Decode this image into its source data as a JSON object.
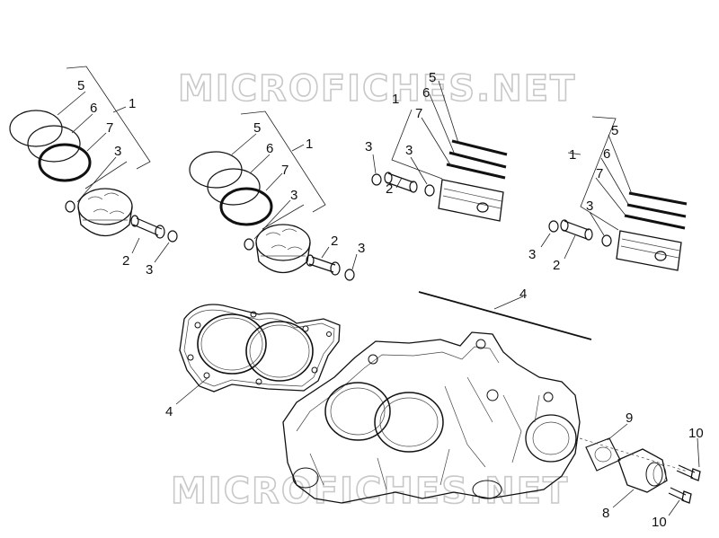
{
  "watermark": "MICROFICHES.NET",
  "labels": {
    "g1_5": "5",
    "g1_6": "6",
    "g1_7": "7",
    "g1_1": "1",
    "g1_3a": "3",
    "g1_2": "2",
    "g1_3b": "3",
    "g2_5": "5",
    "g2_6": "6",
    "g2_7": "7",
    "g2_1": "1",
    "g2_3a": "3",
    "g2_2": "2",
    "g2_3b": "3",
    "g3_5": "5",
    "g3_6": "6",
    "g3_1": "1",
    "g3_7": "7",
    "g3_3a": "3",
    "g3_3b": "3",
    "g3_2": "2",
    "g4_5": "5",
    "g4_6": "6",
    "g4_1": "1",
    "g4_7": "7",
    "g4_3a": "3",
    "g4_3b": "3",
    "g4_2": "2",
    "crank_4": "4",
    "gasket_4": "4",
    "p9": "9",
    "p10a": "10",
    "p8": "8",
    "p10b": "10"
  },
  "colors": {
    "line": "#111111",
    "watermark_stroke": "#c8c8c8",
    "background": "#ffffff"
  }
}
